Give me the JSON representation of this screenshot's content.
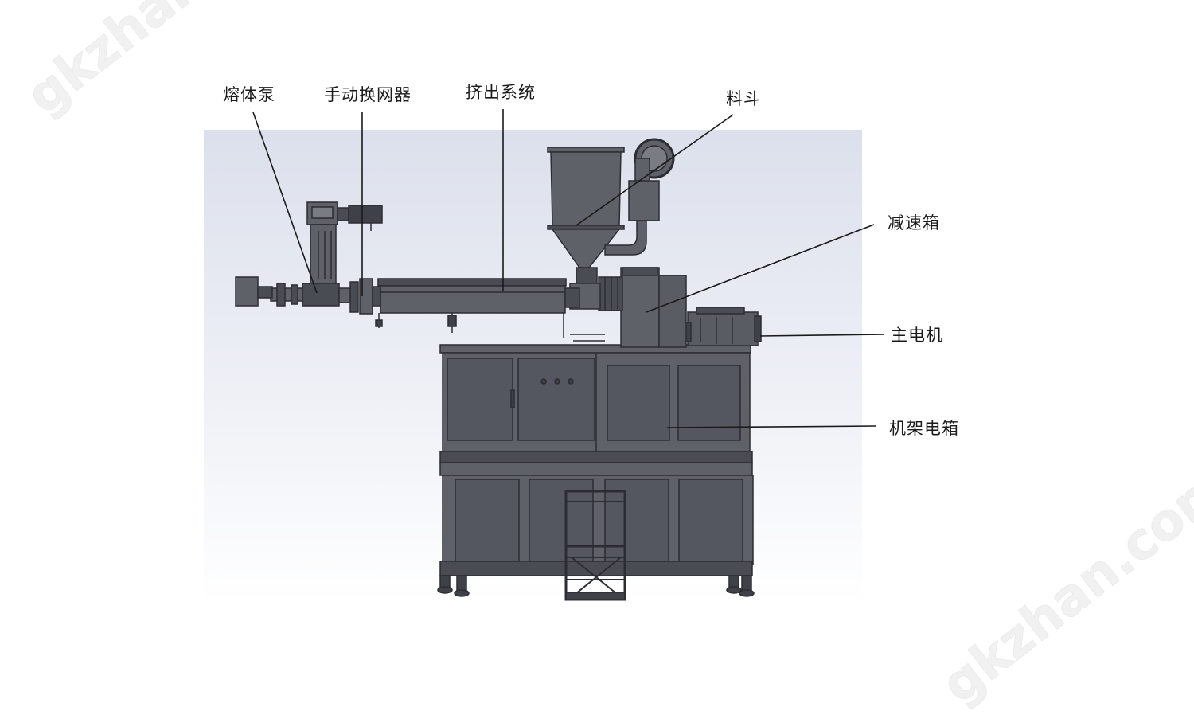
{
  "labels": {
    "melt_pump": "熔体泵",
    "screen_changer": "手动换网器",
    "extrusion_system": "挤出系统",
    "hopper": "料斗",
    "gearbox": "减速箱",
    "main_motor": "主电机",
    "frame_cabinet": "机架电箱"
  },
  "watermarks": [
    "gkzhan.com",
    "gkzhan.com"
  ],
  "colors": {
    "machine_fill": "#5f6169",
    "machine_dark": "#3f4148",
    "machine_edge": "#2c2d33",
    "background_top": "#dfe3ee",
    "background_bottom": "#ffffff",
    "leader_line": "#1a1a1a"
  }
}
